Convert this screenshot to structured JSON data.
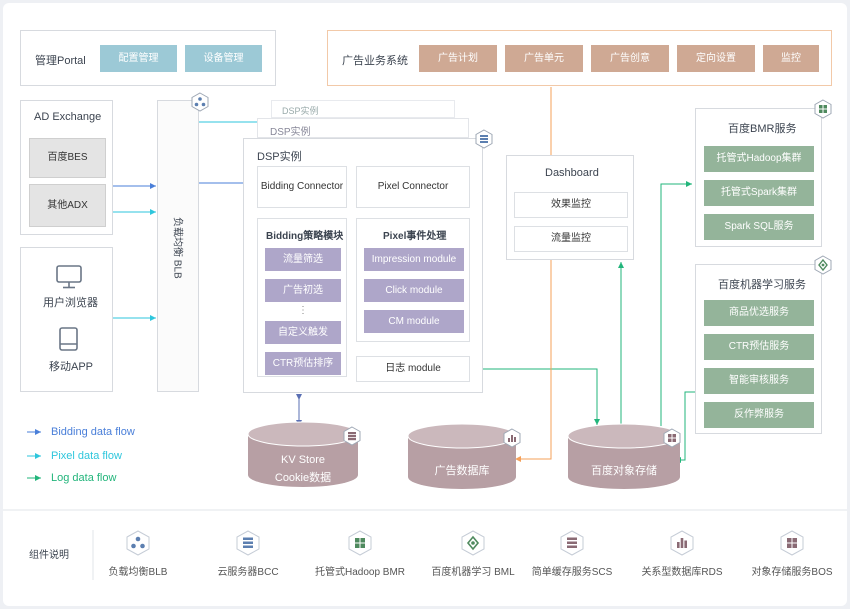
{
  "portal": {
    "title": "管理Portal",
    "config_btn": "配置管理",
    "device_btn": "设备管理"
  },
  "ad_system": {
    "title": "广告业务系统",
    "buttons": [
      "广告计划",
      "广告单元",
      "广告创意",
      "定向设置",
      "监控"
    ]
  },
  "ad_exchange": {
    "title": "AD Exchange",
    "baidu_bes": "百度BES",
    "other_adx": "其他ADX"
  },
  "clients": {
    "browser": "用户浏览器",
    "mobile": "移动APP"
  },
  "load_balancer": {
    "label": "负载均衡 BLB"
  },
  "dsp": {
    "back2": "DSP实例",
    "back1": "DSP实例",
    "title": "DSP实例",
    "bidding_connector": "Bidding Connector",
    "pixel_connector": "Pixel Connector",
    "bidding_module": {
      "title": "Bidding策略模块",
      "items": [
        "流量筛选",
        "广告初选",
        "⋮",
        "自定义触发",
        "CTR预估排序"
      ]
    },
    "pixel_module": {
      "title": "Pixel事件处理",
      "items": [
        "Impression module",
        "Click module",
        "CM module"
      ]
    },
    "log_module": "日志 module"
  },
  "dashboard": {
    "title": "Dashboard",
    "effect": "效果监控",
    "traffic": "流量监控"
  },
  "bmr": {
    "title": "百度BMR服务",
    "items": [
      "托管式Hadoop集群",
      "托管式Spark集群",
      "Spark SQL服务"
    ]
  },
  "bml": {
    "title": "百度机器学习服务",
    "items": [
      "商品优选服务",
      "CTR预估服务",
      "智能审核服务",
      "反作弊服务"
    ]
  },
  "storage": {
    "kv_line1": "KV Store",
    "kv_line2": "Cookie数据",
    "ad_db": "广告数据库",
    "bos": "百度对象存储"
  },
  "flow_legend": {
    "bidding": "Bidding data flow",
    "pixel": "Pixel data flow",
    "log": "Log data flow",
    "colors": {
      "bidding": "#4a7fd9",
      "pixel": "#2ec6dc",
      "log": "#22b57b",
      "orange": "#f4a05a"
    }
  },
  "components": {
    "title": "组件说明",
    "items": [
      {
        "label": "负载均衡BLB",
        "icon": "load-balancer-icon"
      },
      {
        "label": "云服务器BCC",
        "icon": "server-icon"
      },
      {
        "label": "托管式Hadoop BMR",
        "icon": "grid-icon"
      },
      {
        "label": "百度机器学习 BML",
        "icon": "ml-icon"
      },
      {
        "label": "简单缓存服务SCS",
        "icon": "cache-icon"
      },
      {
        "label": "关系型数据库RDS",
        "icon": "database-icon"
      },
      {
        "label": "对象存储服务BOS",
        "icon": "storage-icon"
      }
    ]
  }
}
